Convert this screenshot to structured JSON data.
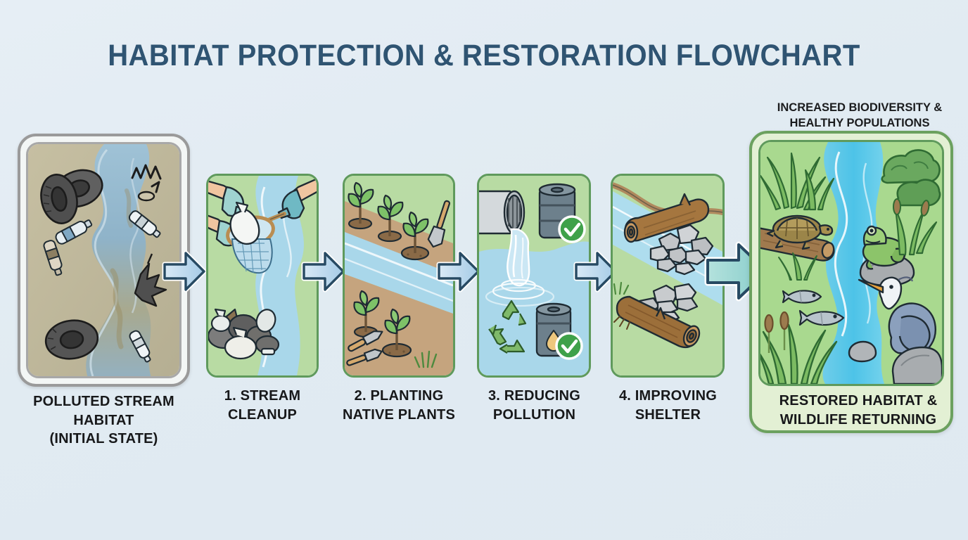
{
  "title": "HABITAT PROTECTION & RESTORATION FLOWCHART",
  "background_color": "#e4edf4",
  "title_color": "#2f5472",
  "stages": [
    {
      "id": "initial",
      "caption": "POLLUTED STREAM\nHABITAT\n(INITIAL STATE)",
      "caption_lines": [
        "POLLUTED STREAM",
        "HABITAT",
        "(INITIAL STATE)"
      ],
      "scene": "polluted-stream",
      "frame": "gray",
      "elements": [
        "old tires",
        "plastic bottles",
        "torn plastic bag",
        "muddy banks",
        "murky water"
      ]
    },
    {
      "id": "step-1",
      "caption": "1. STREAM\nCLEANUP",
      "caption_lines": [
        "1. STREAM",
        "CLEANUP"
      ],
      "scene": "stream-cleanup",
      "frame": "green",
      "elements": [
        "gloved hands",
        "scoop net",
        "plastic waste",
        "trash bags"
      ]
    },
    {
      "id": "step-2",
      "caption": "2. PLANTING\nNATIVE PLANTS",
      "caption_lines": [
        "2. PLANTING",
        "NATIVE PLANTS"
      ],
      "scene": "planting-native-plants",
      "frame": "green",
      "elements": [
        "saplings",
        "soil mounds",
        "garden trowels",
        "grass tuft"
      ]
    },
    {
      "id": "step-3",
      "caption": "3. REDUCING\nPOLLUTION",
      "caption_lines": [
        "3. REDUCING",
        "POLLUTION"
      ],
      "scene": "reducing-pollution",
      "frame": "green",
      "elements": [
        "filtered outflow pipe",
        "sealed barrels",
        "green check marks",
        "recycling symbol"
      ]
    },
    {
      "id": "step-4",
      "caption": "4. IMPROVING\nSHELTER",
      "caption_lines": [
        "4. IMPROVING",
        "SHELTER"
      ],
      "scene": "improving-shelter",
      "frame": "green",
      "elements": [
        "fallen logs",
        "rock piles",
        "stream channel"
      ]
    },
    {
      "id": "final",
      "caption_top": "INCREASED BIODIVERSITY &\nHEALTHY POPULATIONS",
      "caption_top_lines": [
        "INCREASED BIODIVERSITY &",
        "HEALTHY POPULATIONS"
      ],
      "caption": "RESTORED HABITAT &\nWILDLIFE RETURNING",
      "caption_lines": [
        "RESTORED HABITAT &",
        "WILDLIFE RETURNING"
      ],
      "scene": "restored-habitat",
      "frame": "green-double",
      "elements": [
        "turtle on log",
        "frog on rock",
        "fish",
        "heron",
        "cattails",
        "reeds",
        "shrubs",
        "clear stream"
      ]
    }
  ],
  "arrows": [
    {
      "id": "arrow-1",
      "from": "initial",
      "to": "step-1",
      "style": "small-blue"
    },
    {
      "id": "arrow-2",
      "from": "step-1",
      "to": "step-2",
      "style": "small-blue"
    },
    {
      "id": "arrow-3",
      "from": "step-2",
      "to": "step-3",
      "style": "small-blue"
    },
    {
      "id": "arrow-4",
      "from": "step-3",
      "to": "step-4",
      "style": "small-blue"
    },
    {
      "id": "arrow-5",
      "from": "step-4",
      "to": "final",
      "style": "large-teal"
    }
  ],
  "palette": {
    "arrow_fill_light": "#cfe3f2",
    "arrow_fill_dark": "#a9cde8",
    "arrow_final_light": "#a8ddd8",
    "arrow_final_dark": "#8fd0cd",
    "arrow_stroke": "#274a63",
    "panel_green": "#b9dba4",
    "water_blue": "#a9d6ea",
    "water_clear": "#5ec6e8",
    "soil_brown": "#c3a47f",
    "frame_gray": "#9a9a9a",
    "frame_green": "#6ca15f",
    "check_green": "#3fa14a"
  }
}
